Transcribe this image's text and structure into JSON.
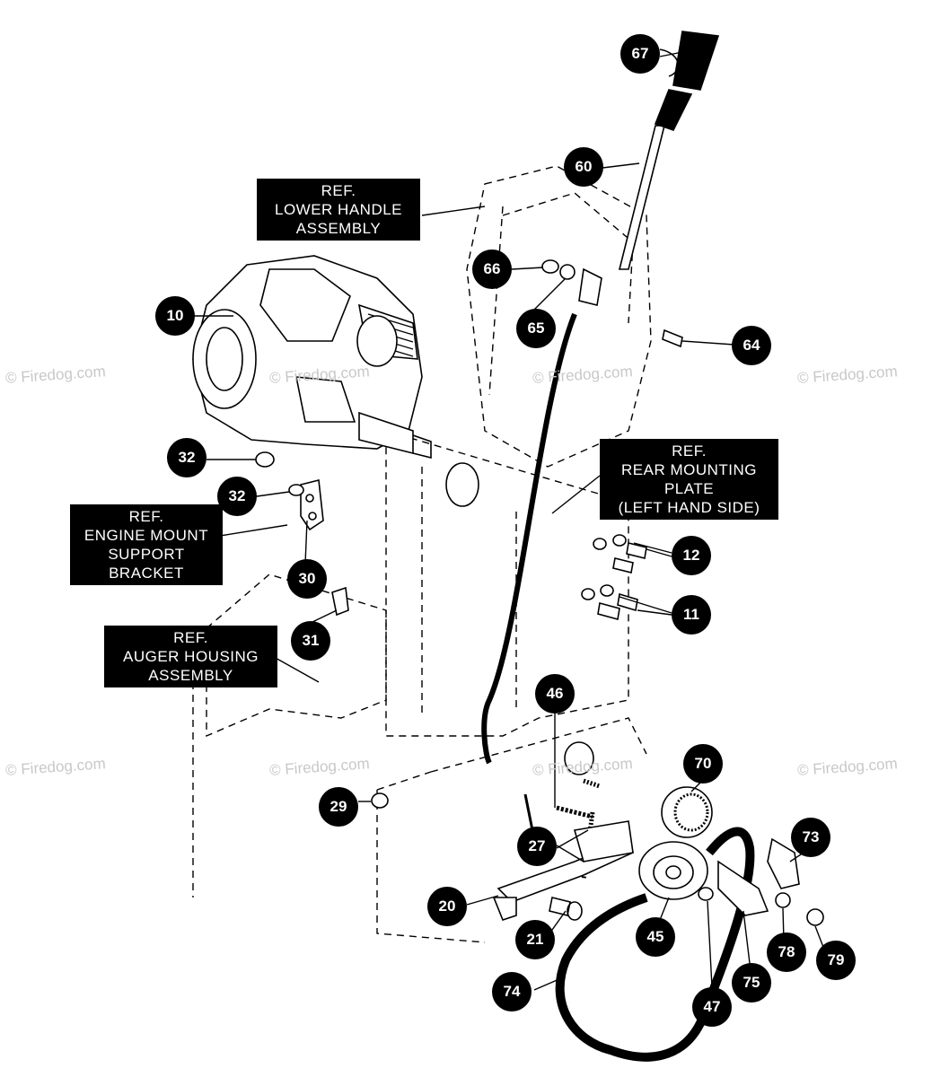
{
  "watermark": "© Firedog.com",
  "ref_labels": [
    {
      "id": "lower-handle",
      "lines": [
        "REF.",
        "LOWER HANDLE",
        "ASSEMBLY"
      ]
    },
    {
      "id": "rear-mounting-plate",
      "lines": [
        "REF.",
        "REAR MOUNTING",
        "PLATE",
        "(LEFT HAND SIDE)"
      ]
    },
    {
      "id": "engine-mount",
      "lines": [
        "REF.",
        "ENGINE MOUNT",
        "SUPPORT",
        "BRACKET"
      ]
    },
    {
      "id": "auger-housing",
      "lines": [
        "REF.",
        "AUGER HOUSING",
        "ASSEMBLY"
      ]
    }
  ],
  "callouts": [
    "67",
    "60",
    "66",
    "65",
    "64",
    "10",
    "32",
    "32",
    "12",
    "11",
    "30",
    "31",
    "46",
    "70",
    "29",
    "27",
    "73",
    "20",
    "21",
    "45",
    "78",
    "79",
    "75",
    "74",
    "47"
  ]
}
